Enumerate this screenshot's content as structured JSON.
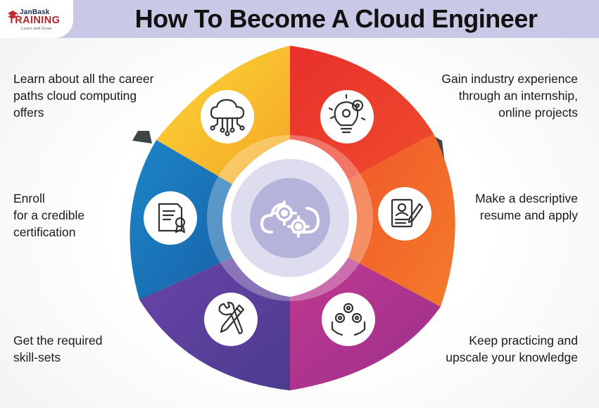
{
  "brand": {
    "name": "JanBask",
    "product": "TRAINING",
    "tagline": "Learn and Grow"
  },
  "title": "How To Become A Cloud Engineer",
  "center": {
    "icon": "cloud-gears-icon"
  },
  "steps": [
    {
      "label": "Learn about all the career\npaths cloud computing\noffers",
      "icon": "cloud-network-icon",
      "color": "#f7c32e"
    },
    {
      "label": "Gain industry experience\nthrough an internship,\nonline projects",
      "icon": "lightbulb-gear-icon",
      "color": "#e93a2f"
    },
    {
      "label": "Make a descriptive\nresume and apply",
      "icon": "resume-pen-icon",
      "color": "#f2612c"
    },
    {
      "label": "Keep practicing and\nupscale your knowledge",
      "icon": "gears-hands-icon",
      "color": "#b0328f"
    },
    {
      "label": "Get the required\nskill-sets",
      "icon": "wrench-pencil-icon",
      "color": "#5e3d9c"
    },
    {
      "label": "Enroll\nfor a credible\ncertification",
      "icon": "certificate-icon",
      "color": "#1f79bd"
    }
  ]
}
